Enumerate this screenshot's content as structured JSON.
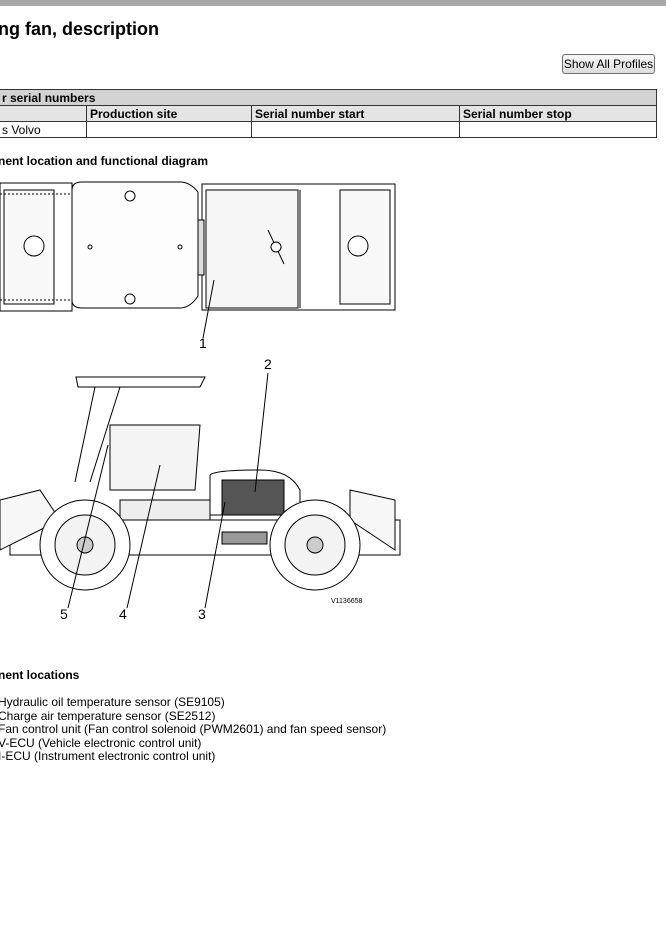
{
  "page": {
    "title": "ng fan, description",
    "show_all_button": "Show All Profiles"
  },
  "serial_table": {
    "caption": "r serial numbers",
    "headers": [
      "",
      "Production site",
      "Serial number start",
      "Serial number stop"
    ],
    "rows": [
      [
        "s Volvo",
        "",
        "",
        ""
      ]
    ]
  },
  "diagram": {
    "heading": "nent location and functional diagram",
    "callouts": [
      "1",
      "2",
      "3",
      "4",
      "5"
    ],
    "image_code": "V1136658"
  },
  "locations": {
    "heading": "nent locations",
    "items": [
      "Hydraulic oil temperature sensor (SE9105)",
      "Charge air temperature sensor (SE2512)",
      "Fan control unit (Fan control solenoid (PWM2601) and fan speed sensor)",
      "V-ECU (Vehicle electronic control unit)",
      "I-ECU (Instrument electronic control unit)"
    ]
  }
}
